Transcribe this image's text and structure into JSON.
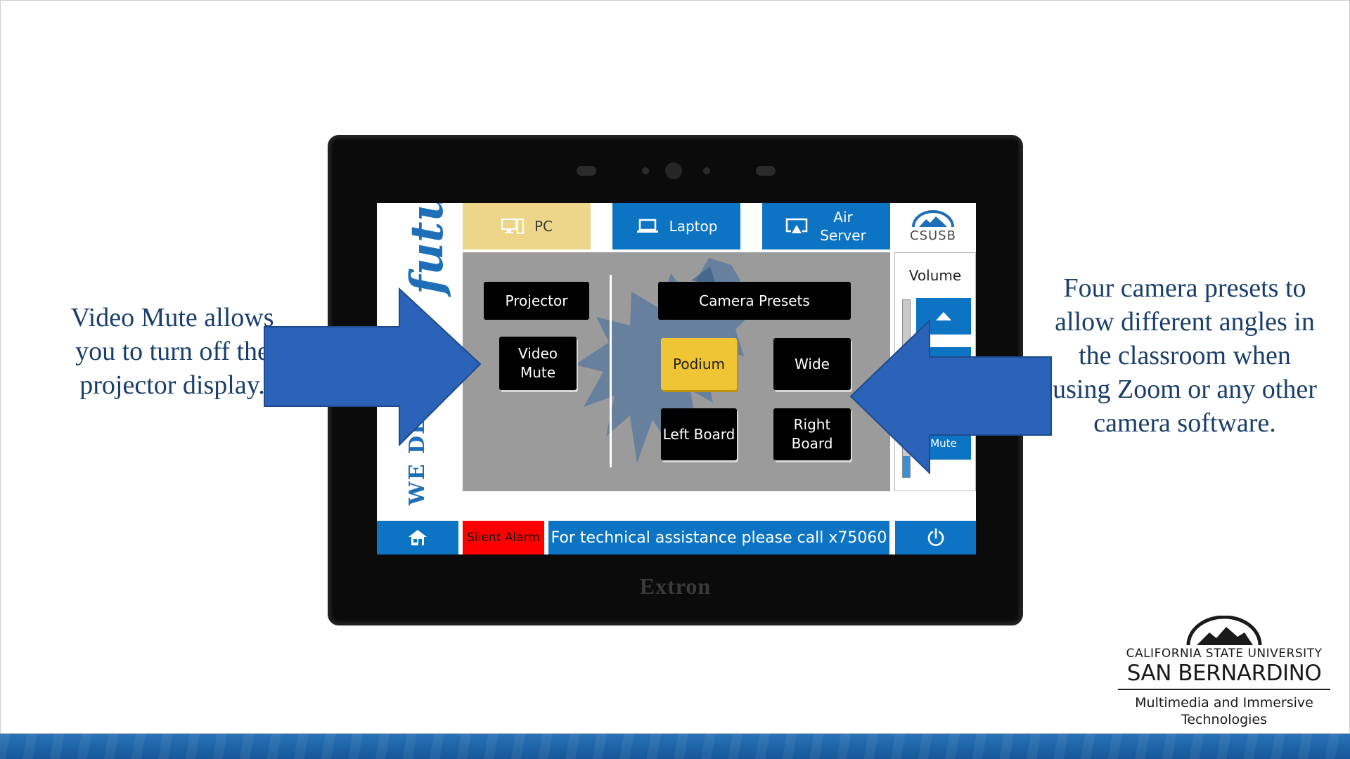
{
  "captions": {
    "left": "Video Mute allows you to turn off the projector display.",
    "right": "Four camera presets to allow different angles in the classroom when using Zoom or any other camera software."
  },
  "device": {
    "brand": "Extron"
  },
  "sources": {
    "pc": {
      "label": "PC",
      "icon": "desktop-computer-icon",
      "color": "#edd68a"
    },
    "laptop": {
      "label": "Laptop",
      "icon": "laptop-icon"
    },
    "air_server": {
      "label": "Air Server",
      "icon": "airplay-icon"
    }
  },
  "logo": {
    "text": "CSUSB",
    "icon": "mountain-logo-icon"
  },
  "banner": {
    "script_text": "future",
    "caps_text": "WE DE"
  },
  "projector": {
    "label": "Projector",
    "video_mute_label": "Video Mute"
  },
  "camera": {
    "label": "Camera Presets",
    "presets": [
      "Podium",
      "Wide",
      "Left Board",
      "Right Board"
    ],
    "active_preset": "Podium"
  },
  "volume": {
    "label": "Volume",
    "mute_label": "Mute",
    "level_fraction": 0.12
  },
  "bottom_bar": {
    "home_icon": "home-icon",
    "silent_alarm_label": "Silent Alarm",
    "help_text": "For technical assistance please call x75060",
    "power_icon": "power-icon"
  },
  "university": {
    "line1": "CALIFORNIA STATE UNIVERSITY",
    "line2": "SAN BERNARDINO",
    "department": "Multimedia and Immersive Technologies"
  },
  "colors": {
    "accent_blue": "#0d74c4",
    "arrow_blue": "#2b63b8",
    "active_yellow": "#f0c533",
    "alarm_red": "#ff0000",
    "caption_navy": "#1a3f6b"
  }
}
